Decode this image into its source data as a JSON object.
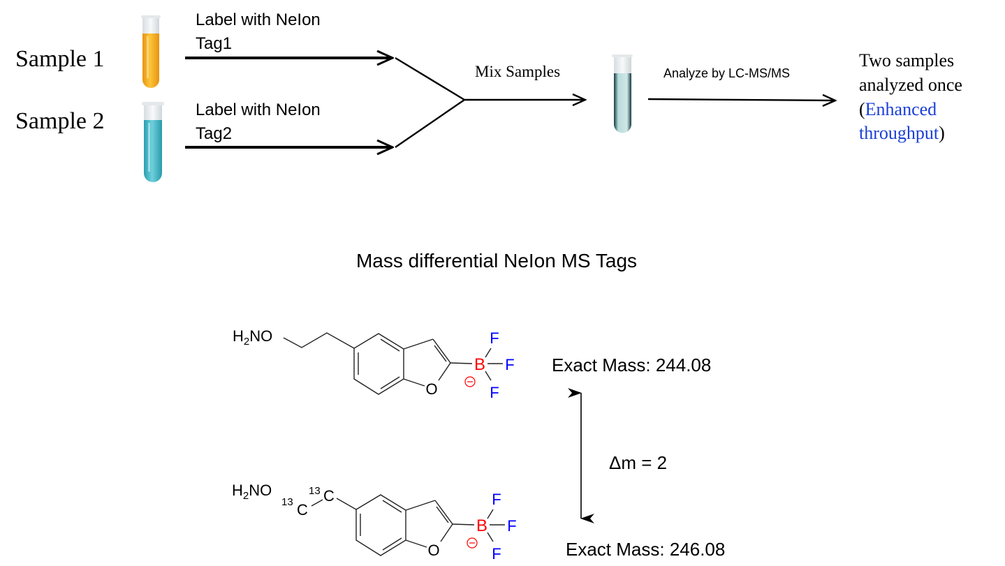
{
  "workflow": {
    "sample1_label": "Sample 1",
    "sample2_label": "Sample 2",
    "tag1_line1": "Label with NeIon",
    "tag1_line2": "Tag1",
    "tag2_line1": "Label with NeIon",
    "tag2_line2": "Tag2",
    "mix_label": "Mix Samples",
    "analyze_label": "Analyze by LC-MS/MS",
    "result_line1": "Two samples",
    "result_line2": "analyzed once",
    "result_open_paren": "(",
    "result_highlight1": "Enhanced",
    "result_highlight2": "throughput",
    "result_close_paren": ")",
    "colors": {
      "sample1": "#f5a81c",
      "sample2": "#3fb3c4",
      "mixed": "#1d4b50",
      "highlight": "#1a3fd6"
    }
  },
  "tags": {
    "title": "Mass differential NeIon MS Tags",
    "atoms": {
      "h": "H",
      "two": "2",
      "no": "NO",
      "o": "O",
      "b": "B",
      "f": "F",
      "c": "C",
      "isotope": "13",
      "charge": "−"
    },
    "tag1_mass": "Exact Mass: 244.08",
    "tag2_mass": "Exact Mass: 246.08",
    "delta": "Δm = 2",
    "colors": {
      "boron": "#ff0000",
      "fluorine": "#0000ff"
    }
  }
}
